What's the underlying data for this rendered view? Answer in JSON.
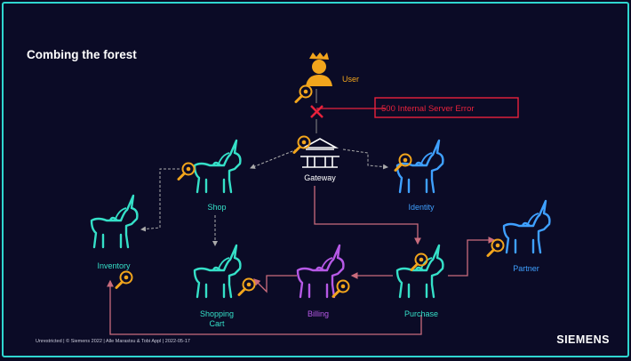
{
  "slide": {
    "title": "Combing the forest",
    "footer": "Unrestricted | © Siemens 2022 | Alle Marastsu & Tobi Appl | 2022-05-17",
    "brand": "SIEMENS"
  },
  "error": {
    "text": "500 Internal Server Error"
  },
  "colors": {
    "background": "#0b0b26",
    "frame": "#2fd6d0",
    "teal": "#35e0c8",
    "blue": "#3fa0ff",
    "purple": "#b659e6",
    "orange": "#f2a51c",
    "error": "#e8223c",
    "line": "#c96b7c"
  },
  "nodes": {
    "user": "User",
    "gateway": "Gateway",
    "shop": "Shop",
    "identity": "Identity",
    "inventory": "Inventory",
    "shopping_cart_line1": "Shopping",
    "shopping_cart_line2": "Cart",
    "billing": "Billing",
    "purchase": "Purchase",
    "partner": "Partner"
  }
}
